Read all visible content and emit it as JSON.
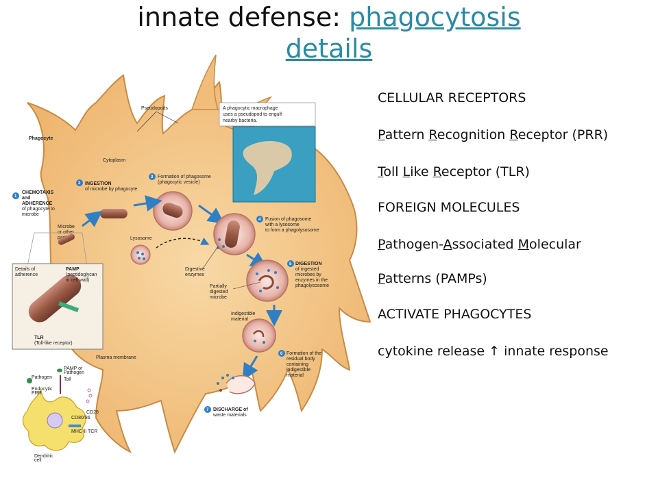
{
  "title": {
    "prefix": "innate defense: ",
    "link_1": "phagocytosis",
    "link_2": "details"
  },
  "right_list": [
    {
      "segments": [
        [
          "CELLULAR RECEPTORS",
          false
        ]
      ]
    },
    {
      "segments": [
        [
          "P",
          true
        ],
        [
          "attern ",
          false
        ],
        [
          "R",
          true
        ],
        [
          "ecognition ",
          false
        ],
        [
          "R",
          true
        ],
        [
          "eceptor (PRR)",
          false
        ]
      ]
    },
    {
      "segments": [
        [
          "T",
          true
        ],
        [
          "oll ",
          false
        ],
        [
          "L",
          true
        ],
        [
          "ike ",
          false
        ],
        [
          "R",
          true
        ],
        [
          "eceptor (TLR)",
          false
        ]
      ]
    },
    {
      "segments": [
        [
          "FOREIGN MOLECULES",
          false
        ]
      ]
    },
    {
      "segments": [
        [
          "P",
          true
        ],
        [
          "athogen-",
          false
        ],
        [
          "A",
          true
        ],
        [
          "ssociated ",
          false
        ],
        [
          "M",
          true
        ],
        [
          "olecular",
          false
        ]
      ]
    },
    {
      "segments": [
        [
          "P",
          true
        ],
        [
          "atterns (PAMPs)",
          false
        ]
      ]
    },
    {
      "segments": [
        [
          "ACTIVATE PHAGOCYTES",
          false
        ]
      ]
    },
    {
      "segments": [
        [
          "cytokine release ",
          false
        ],
        [
          "↑",
          false
        ],
        [
          " innate response",
          false
        ]
      ]
    }
  ],
  "diagram": {
    "phagocyte": "Phagocyte",
    "pseudopods": "Pseudopods",
    "cytoplasm": "Cytoplasm",
    "inset_caption": [
      "A phagocytic macrophage",
      "uses a pseudopod to engulf",
      "nearby bacteria."
    ],
    "step1": [
      "CHEMOTAXIS",
      "and",
      "ADHERENCE",
      "of phagocyte to",
      "microbe"
    ],
    "step2": [
      "INGESTION",
      "of microbe by phagocyte"
    ],
    "step3": [
      "Formation of phagosome",
      "(phagocytic vesicle)"
    ],
    "step4": [
      "Fusion of phagosome",
      "with a lysosome",
      "to form a phagolysosome"
    ],
    "step5": [
      "DIGESTION",
      "of ingested",
      "microbes by",
      "enzymes in the",
      "phagolysosome"
    ],
    "step6": [
      "Formation of the",
      "residual body",
      "containing",
      "indigestible",
      "material"
    ],
    "step7": [
      "DISCHARGE of",
      "waste materials"
    ],
    "microbe": [
      "Microbe",
      "or other",
      "particle"
    ],
    "lysosome": "Lysosome",
    "digestive_enzymes": [
      "Digestive",
      "enzymes"
    ],
    "partially_digested": [
      "Partially",
      "digested",
      "microbe"
    ],
    "indigestible_material": [
      "Indigestible",
      "material"
    ],
    "details_adherence": [
      "Details of",
      "adherence"
    ],
    "pamp": [
      "PAMP",
      "(peptidoglycan",
      "in cell wall)"
    ],
    "tlr": [
      "TLR",
      "(Toll-like receptor)"
    ],
    "plasma_membrane": "Plasma membrane",
    "dendritic": {
      "pathogen": "Pathogen",
      "pamp_or_pathogen": [
        "PAMP or",
        "Pathogen"
      ],
      "toll": "Toll",
      "endocytic_prr": [
        "Endocytic",
        "PRR"
      ],
      "cd28": "CD28",
      "cd80_86": "CD80/86",
      "mhc_ii": "MHC-II",
      "tcr": "TCR",
      "dendritic_cell": [
        "Dendritic",
        "cell"
      ]
    },
    "numbers": [
      "1",
      "2",
      "3",
      "4",
      "5",
      "6",
      "7"
    ]
  },
  "colors": {
    "title_link": "#2b8aa4",
    "cell_fill": "#f3c487",
    "cell_edge": "#c98a45",
    "arrow": "#2f7fc4",
    "step_circle": "#2f7fc4",
    "microbe": "#9a5a45",
    "inset_bg": "#3a9fc0"
  }
}
